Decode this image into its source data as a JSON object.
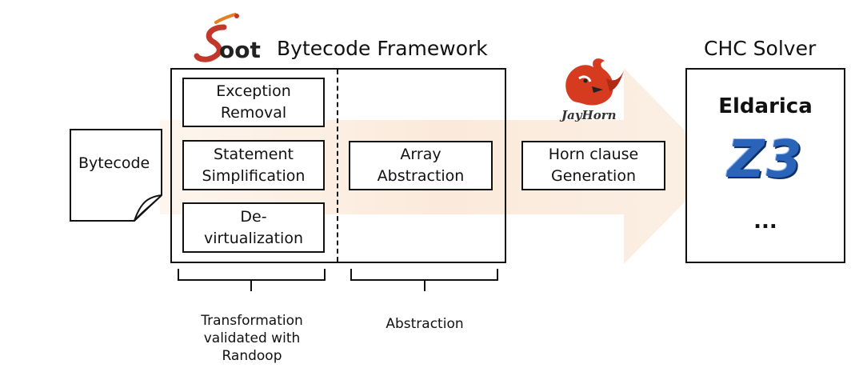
{
  "soot": {
    "logo_text": "Soot",
    "title": "Bytecode Framework"
  },
  "solver": {
    "title": "CHC Solver",
    "items": [
      "Eldarica",
      "Z3",
      "..."
    ]
  },
  "jayhorn": {
    "logo_text": "JayHorn"
  },
  "input": {
    "label": "Bytecode"
  },
  "transformations": [
    {
      "line1": "Exception",
      "line2": "Removal"
    },
    {
      "line1": "Statement",
      "line2": "Simplification"
    },
    {
      "line1": "De-",
      "line2": "virtualization"
    }
  ],
  "abstraction_box": {
    "line1": "Array",
    "line2": "Abstraction"
  },
  "generation_box": {
    "line1": "Horn clause",
    "line2": "Generation"
  },
  "captions": {
    "transformation": [
      "Transformation",
      "validated with",
      "Randoop"
    ],
    "abstraction": "Abstraction"
  },
  "colors": {
    "arrow": "#fbeee2",
    "soot_red": "#c0392b",
    "jayhorn_red": "#d63a1f",
    "z3_blue": "#2a63b8"
  }
}
